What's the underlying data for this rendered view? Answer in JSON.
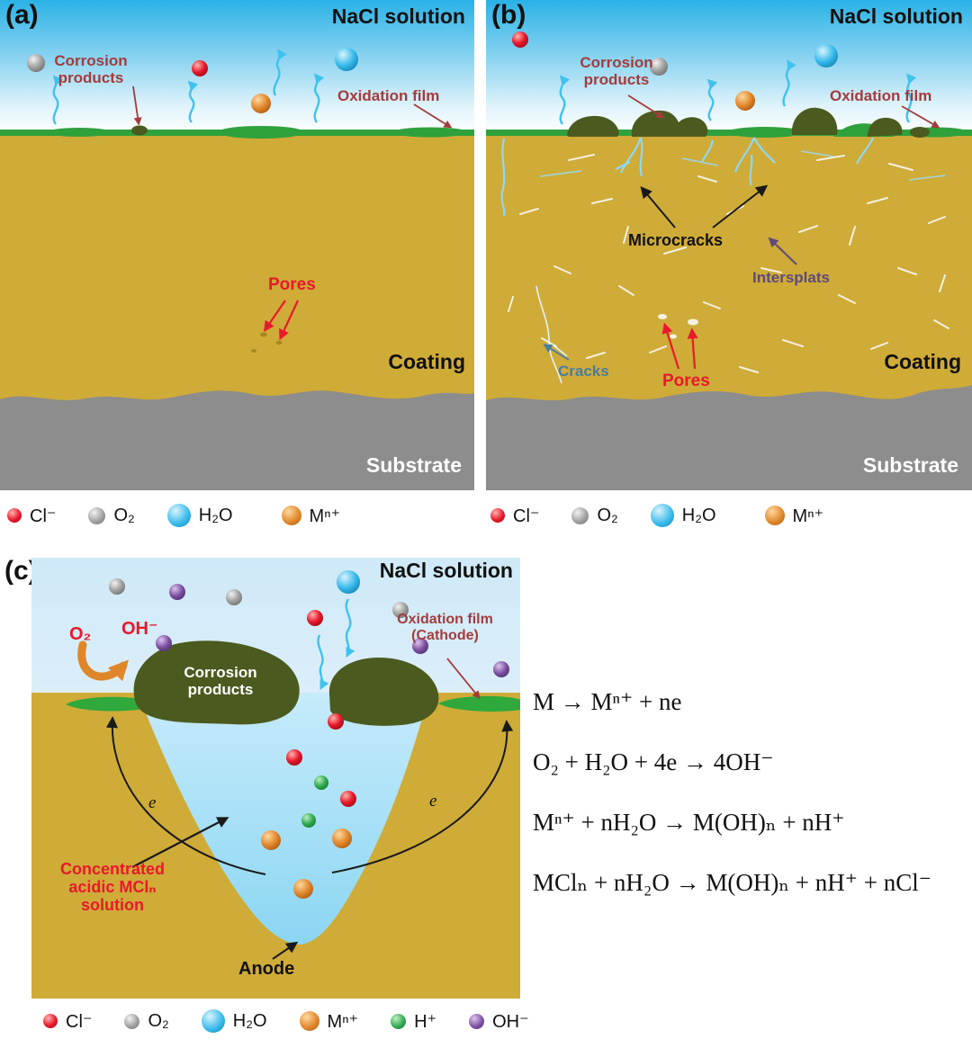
{
  "panel_a": {
    "tag": "(a)",
    "nacl": "NaCl solution",
    "corrosion_products": "Corrosion products",
    "oxidation_film": "Oxidation film",
    "pores": "Pores",
    "coating": "Coating",
    "substrate": "Substrate"
  },
  "panel_b": {
    "tag": "(b)",
    "nacl": "NaCl solution",
    "corrosion_products": "Corrosion products",
    "oxidation_film": "Oxidation film",
    "microcracks": "Microcracks",
    "intersplats": "Intersplats",
    "cracks": "Cracks",
    "pores": "Pores",
    "coating": "Coating",
    "substrate": "Substrate"
  },
  "panel_c": {
    "tag": "(c)",
    "nacl": "NaCl solution",
    "o2": "O₂",
    "oh": "OH⁻",
    "corrosion_products": "Corrosion products",
    "oxidation_film_cathode": "Oxidation film (Cathode)",
    "concentrated_solution": "Concentrated acidic MClₙ solution",
    "anode": "Anode",
    "electron": "e"
  },
  "legend_a": [
    {
      "label": "Cl⁻",
      "color": "#e8192c"
    },
    {
      "label": "O₂",
      "color": "#9a9a9a"
    },
    {
      "label": "H₂O",
      "color": "#2eb6ea"
    },
    {
      "label": "Mⁿ⁺",
      "color": "#e0862a"
    }
  ],
  "legend_b": [
    {
      "label": "Cl⁻",
      "color": "#e8192c"
    },
    {
      "label": "O₂",
      "color": "#9a9a9a"
    },
    {
      "label": "H₂O",
      "color": "#2eb6ea"
    },
    {
      "label": "Mⁿ⁺",
      "color": "#e0862a"
    }
  ],
  "legend_c": [
    {
      "label": "Cl⁻",
      "color": "#e8192c"
    },
    {
      "label": "O₂",
      "color": "#9a9a9a"
    },
    {
      "label": "H₂O",
      "color": "#2eb6ea"
    },
    {
      "label": "Mⁿ⁺",
      "color": "#e0862a"
    },
    {
      "label": "H⁺",
      "color": "#2fa84d"
    },
    {
      "label": "OH⁻",
      "color": "#7b4fa0"
    }
  ],
  "equations": [
    "M → Mⁿ⁺ + ne",
    "O₂ + H₂O + 4e → 4OH⁻",
    "Mⁿ⁺ + nH₂O → M(OH)ₙ + nH⁺",
    "MClₙ + nH₂O → M(OH)ₙ + nH⁺ + nCl⁻"
  ],
  "colors": {
    "coating": "#cfab38",
    "substrate": "#8d8d8d",
    "oxidation_film": "#2fa13c",
    "corrosion_products": "#4b5a1e",
    "solution_blue": "#2ab2e6",
    "pit_solution": "#8bd6f3",
    "label_maroon": "#a33c3c",
    "label_red": "#e8192c",
    "label_purple": "#5f4a7a",
    "label_teal": "#4a7da0"
  }
}
